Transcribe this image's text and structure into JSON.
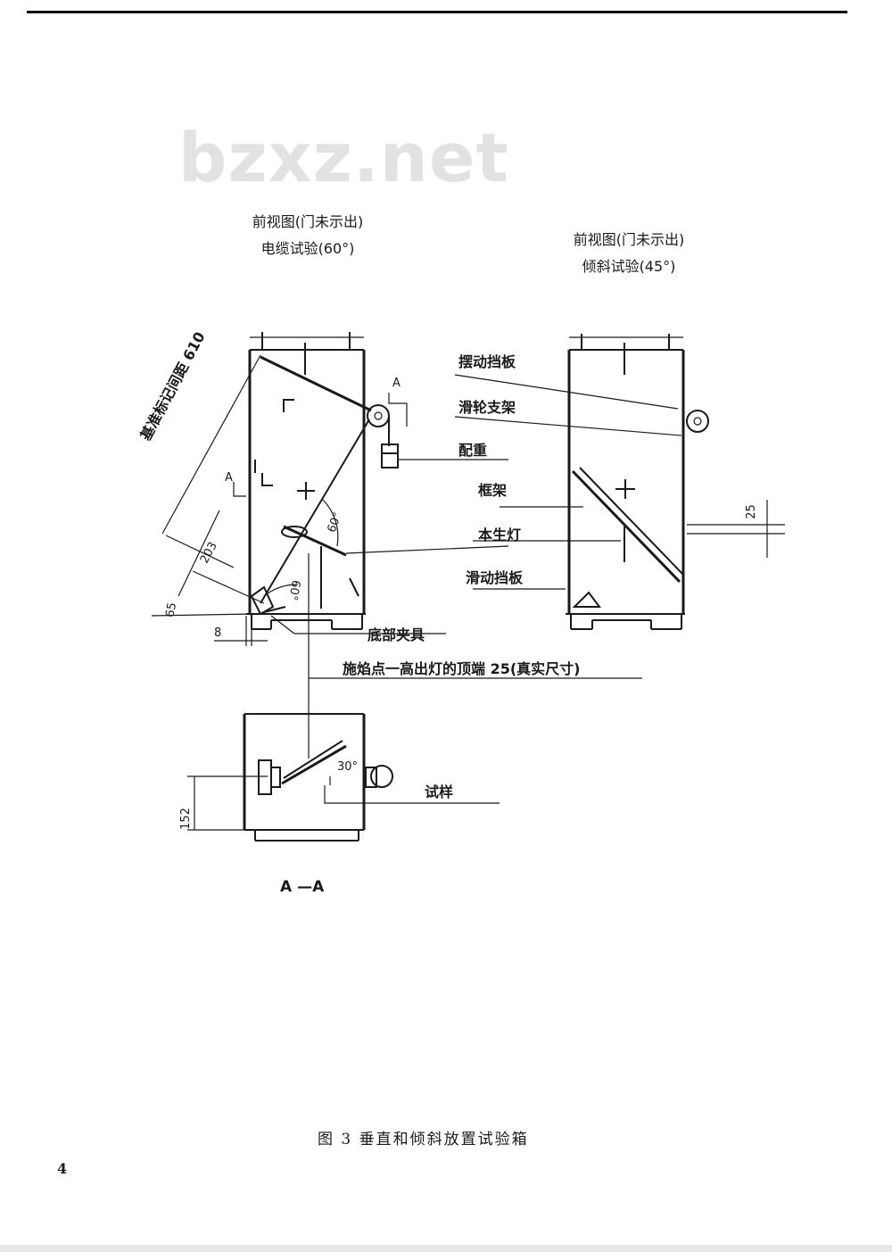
{
  "watermark": "bzxz.net",
  "left_view": {
    "title_line1": "前视图(门未示出)",
    "title_line2": "电缆试验(60°)"
  },
  "right_view": {
    "title_line1": "前视图(门未示出)",
    "title_line2": "倾斜试验(45°)"
  },
  "labels": {
    "swing_baffle": "摆动挡板",
    "pulley_bracket": "滑轮支架",
    "counterweight": "配重",
    "frame": "框架",
    "bunsen_burner": "本生灯",
    "sliding_baffle": "滑动挡板",
    "bottom_clamp": "底部夹具",
    "ignition_point": "施焰点一高出灯的顶端 25(真实尺寸)",
    "specimen": "试样",
    "gauge_mark": "基准标记间距 610"
  },
  "dimensions": {
    "d25": "25",
    "d203": "203",
    "d65": "65",
    "d8": "8",
    "d152": "152",
    "ang60a": "60°",
    "ang60b": "60°",
    "ang30": "30°",
    "section_A1": "A",
    "section_A2": "A"
  },
  "section_label": "A —A",
  "caption": "图 3   垂直和倾斜放置试验箱",
  "page_number": "4"
}
